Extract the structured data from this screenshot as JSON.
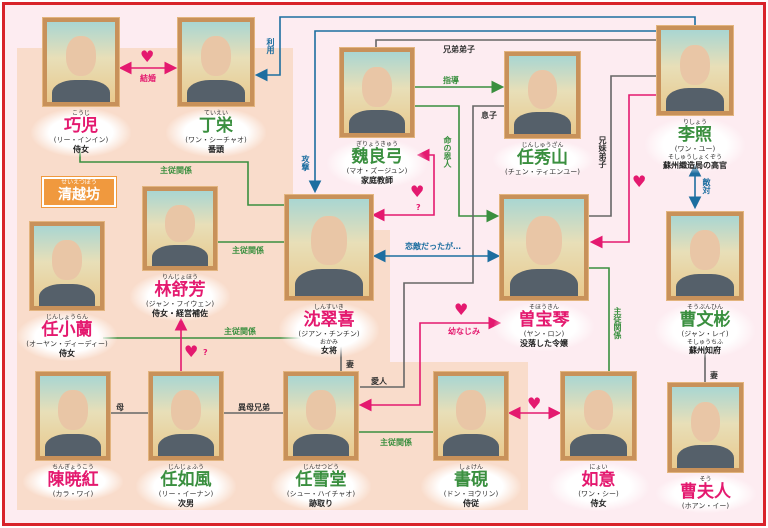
{
  "place": {
    "ruby": "せいえつぼう",
    "name": "清越坊"
  },
  "characters": [
    {
      "id": "qiaoer",
      "ruby": "こうじ",
      "name": "巧児",
      "actor": "(リー・インイン)",
      "role": "侍女",
      "color": "pink"
    },
    {
      "id": "dingrong",
      "ruby": "ていえい",
      "name": "丁栄",
      "actor": "(ワン・シーチャオ)",
      "role": "番頭",
      "color": "green"
    },
    {
      "id": "weiliangong",
      "ruby": "ぎりょうきゅう",
      "name": "魏良弓",
      "actor": "(マオ・ズージュン)",
      "role": "家庭教師",
      "color": "green"
    },
    {
      "id": "renxiushan",
      "ruby": "じんしゅうざん",
      "name": "任秀山",
      "actor": "(チェン・ティエンユー)",
      "role": "",
      "color": "green"
    },
    {
      "id": "lizhao",
      "ruby": "りしょう",
      "name": "李照",
      "actor": "(ワン・ユー)",
      "role": "蘇州織造局の高官",
      "role_ruby": "そしゅうしょくぞう",
      "color": "green"
    },
    {
      "id": "linshufang",
      "ruby": "りんじょほう",
      "name": "林舒芳",
      "actor": "(ジャン・フイウェン)",
      "role": "侍女・経営補佐",
      "color": "pink"
    },
    {
      "id": "renxiaolan",
      "ruby": "じんしょうらん",
      "name": "任小蘭",
      "actor": "(オーヤン・ディーディー)",
      "role": "侍女",
      "color": "pink"
    },
    {
      "id": "shencuixi",
      "ruby": "しんすいき",
      "name": "沈翠喜",
      "actor": "(ジアン・チンチン)",
      "role": "女将",
      "role_ruby": "おかみ",
      "color": "pink"
    },
    {
      "id": "zengbaoqin",
      "ruby": "そほうきん",
      "name": "曽宝琴",
      "actor": "(ヤン・ロン)",
      "role": "没落した令嬢",
      "color": "pink"
    },
    {
      "id": "caowenbin",
      "ruby": "そうぶんひん",
      "name": "曹文彬",
      "actor": "(ジャン・レイ)",
      "role": "蘇州知府",
      "role_ruby": "そしゅうちふ",
      "color": "green"
    },
    {
      "id": "chenxiaohong",
      "ruby": "ちんぎょうこう",
      "name": "陳暁紅",
      "actor": "(カラ・ワイ)",
      "role": "",
      "color": "pink"
    },
    {
      "id": "renrufeng",
      "ruby": "じんじょふう",
      "name": "任如風",
      "actor": "(リー・イーナン)",
      "role": "次男",
      "color": "green"
    },
    {
      "id": "renxuetang",
      "ruby": "じんせつどう",
      "name": "任雪堂",
      "actor": "(シュー・ハイチャオ)",
      "role": "跡取り",
      "color": "green"
    },
    {
      "id": "shuyan",
      "ruby": "しょけん",
      "name": "書硯",
      "actor": "(ドン・ヨウリン)",
      "role": "侍従",
      "color": "green"
    },
    {
      "id": "ruyi",
      "ruby": "にょい",
      "name": "如意",
      "actor": "(ワン・シー)",
      "role": "侍女",
      "color": "pink"
    },
    {
      "id": "caofuren",
      "ruby": "そう",
      "name": "曹夫人",
      "actor": "(ホアン・イー)",
      "role": "",
      "color": "pink"
    }
  ],
  "relations": {
    "marriage": "結婚",
    "use": "利用",
    "attack": "攻撃",
    "fellow_disciples": "兄弟弟子",
    "guidance": "指導",
    "savior": "命の恩人",
    "son": "息子",
    "sibling_disciples": "兄妹弟子",
    "hostile": "敵対",
    "rivals": "恋敵だったが…",
    "master_servant_1": "主従関係",
    "master_servant_2": "主従関係",
    "master_servant_3": "主従関係",
    "master_servant_4": "主従関係",
    "master_servant_5": "主従関係",
    "childhood_friends": "幼なじみ",
    "question_1": "?",
    "question_2": "?",
    "wife_1": "妻",
    "wife_2": "妻",
    "lover": "愛人",
    "mother": "母",
    "half_brothers": "異母兄弟"
  },
  "colors": {
    "pink": "#e4196f",
    "green": "#3a8f3f",
    "blue": "#1d6ea0",
    "gray": "#666666",
    "border": "#d8232a"
  }
}
